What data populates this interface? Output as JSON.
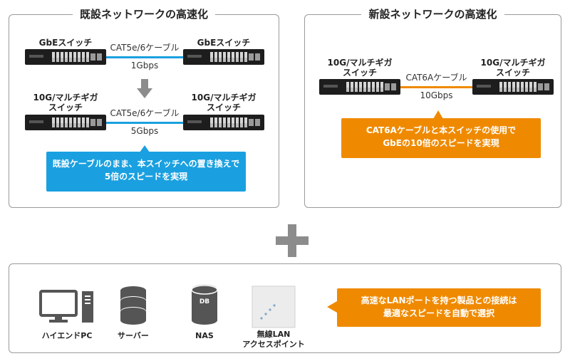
{
  "left_panel": {
    "title": "既設ネットワークの高速化",
    "row1": {
      "left_switch": "GbEスイッチ",
      "right_switch": "GbEスイッチ",
      "cable": "CAT5e/6ケーブル",
      "speed": "1Gbps"
    },
    "row2": {
      "left_switch": "10G/マルチギガ\nスイッチ",
      "right_switch": "10G/マルチギガ\nスイッチ",
      "cable": "CAT5e/6ケーブル",
      "speed": "5Gbps"
    },
    "callout": "既設ケーブルのまま、本スイッチへの置き換えで\n5倍のスピードを実現"
  },
  "right_panel": {
    "title": "新設ネットワークの高速化",
    "left_switch": "10G/マルチギガ\nスイッチ",
    "right_switch": "10G/マルチギガ\nスイッチ",
    "cable": "CAT6Aケーブル",
    "speed": "10Gbps",
    "callout": "CAT6Aケーブルと本スイッチの使用で\nGbEの10倍のスピードを実現"
  },
  "bottom_panel": {
    "devices": [
      {
        "icon": "desktop-pc-icon",
        "label": "ハイエンドPC"
      },
      {
        "icon": "server-icon",
        "label": "サーバー"
      },
      {
        "icon": "nas-icon",
        "label": "NAS",
        "icon_text": "DB"
      },
      {
        "icon": "wireless-access-point-icon",
        "label": "無線LAN\nアクセスポイント"
      }
    ],
    "callout": "高速なLANポートを持つ製品との接続は\n最適なスピードを自動で選択"
  },
  "colors": {
    "blue": "#1aa0e0",
    "orange": "#ef8a00",
    "gray_arrow": "#8c8c8c",
    "switch_body": "#1d1d1d",
    "icon_gray": "#555555"
  }
}
